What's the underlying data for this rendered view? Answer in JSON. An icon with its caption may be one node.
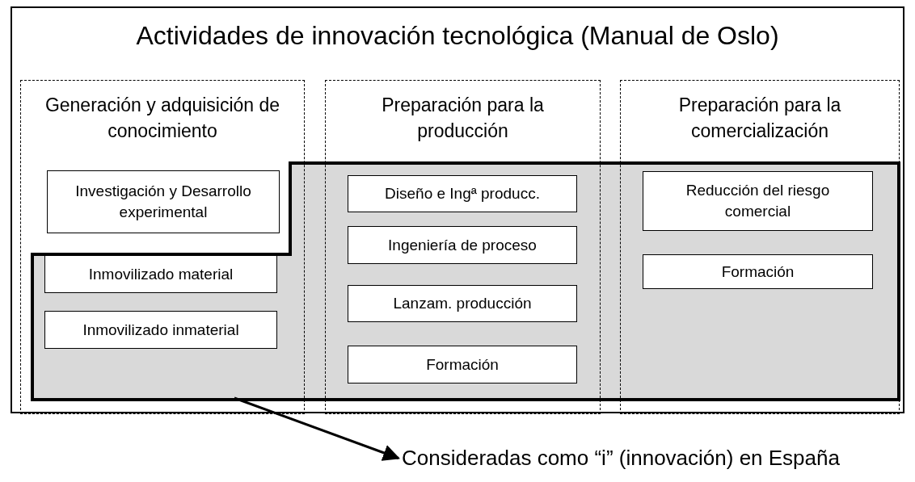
{
  "diagram": {
    "nodes": [
      {
        "text": [
          "Actividades de innovación tecnológica (Manual de Oslo)"
        ]
      },
      {
        "text": [
          "Generación y adquisición de conocimiento"
        ],
        "in": 0
      },
      {
        "text": [
          "Investigación y Desarrollo experimental"
        ],
        "in": 1
      },
      {
        "text": [
          "Inmovilizado material"
        ]
      },
      {
        "text": [
          "Inmovilizado inmaterial"
        ]
      },
      {
        "text": [
          "Preparación para la producción"
        ],
        "in": 0
      },
      {
        "text": [
          "Diseño e Ingª producc."
        ]
      },
      {
        "text": [
          "Ingeniería de proceso"
        ]
      },
      {
        "text": [
          "Lanzam. producción"
        ]
      },
      {
        "text": [
          "Formación"
        ]
      },
      {
        "text": [
          "Preparación para la comercialización"
        ],
        "in": 0
      },
      {
        "text": [
          "Reducción del riesgo comercial"
        ]
      },
      {
        "text": [
          "Formación"
        ]
      },
      {
        "text": [],
        "shape": "box",
        "in": 0
      },
      {
        "text": [
          "Consideradas como “i” (innovación) en España"
        ]
      }
    ],
    "edges": [
      {
        "from": 13,
        "to": 14,
        "arrow": "to"
      }
    ]
  }
}
